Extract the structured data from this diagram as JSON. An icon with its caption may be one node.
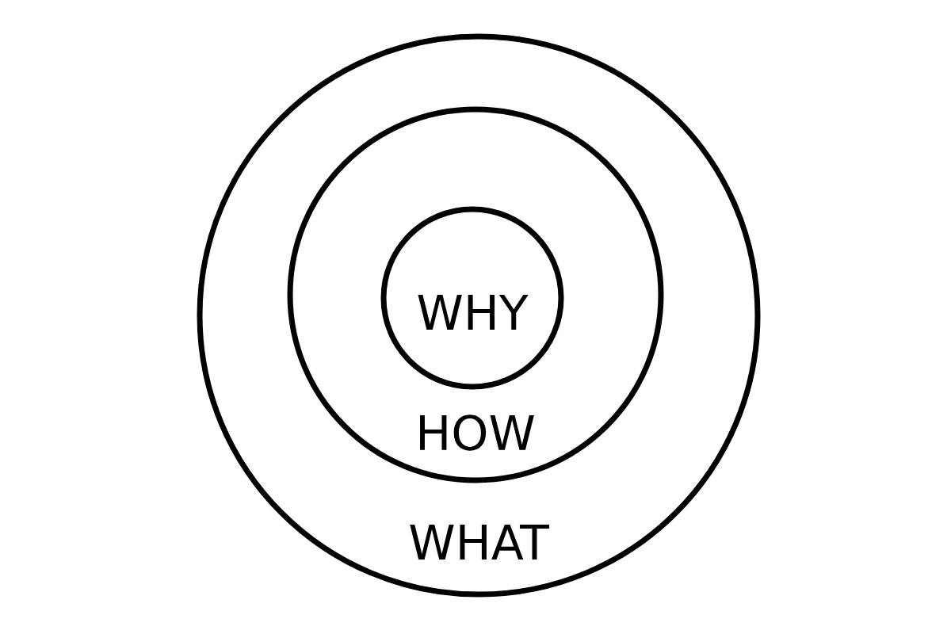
{
  "diagram": {
    "nodes": [
      {
        "text": [
          "WHAT"
        ]
      },
      {
        "text": [
          "HOW"
        ],
        "in": 0
      },
      {
        "text": [
          "WHY"
        ],
        "in": 1
      }
    ]
  }
}
